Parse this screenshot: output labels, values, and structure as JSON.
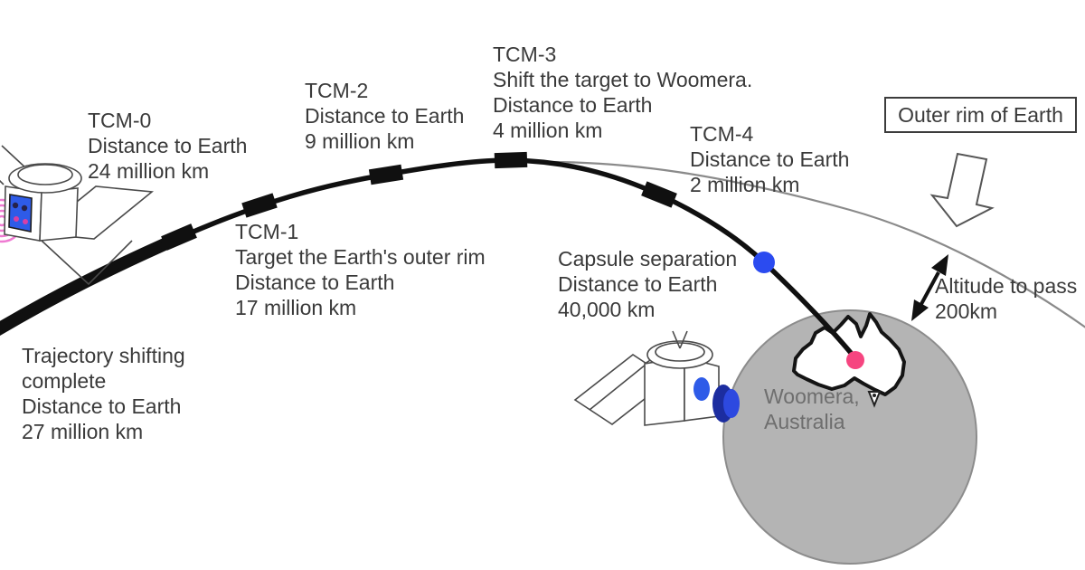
{
  "diagram": {
    "type": "spacecraft-return-trajectory-to-earth"
  },
  "labels": {
    "tcm0": {
      "lines": [
        "TCM-0",
        "Distance to Earth",
        "24 million km"
      ]
    },
    "tcm1": {
      "lines": [
        "TCM-1",
        "Target the Earth's outer rim",
        "Distance to Earth",
        "17 million km"
      ]
    },
    "tcm2": {
      "lines": [
        "TCM-2",
        "Distance to Earth",
        "9 million km"
      ]
    },
    "tcm3": {
      "lines": [
        "TCM-3",
        "Shift the target to Woomera.",
        "Distance to Earth",
        "4 million km"
      ]
    },
    "tcm4": {
      "lines": [
        "TCM-4",
        "Distance to Earth",
        "2 million km"
      ]
    },
    "capsule_separation": {
      "lines": [
        "Capsule separation",
        "Distance to Earth",
        "40,000 km"
      ]
    },
    "trajectory_shifting": {
      "lines": [
        "Trajectory shifting",
        "complete",
        "Distance to Earth",
        "27 million km"
      ]
    },
    "altitude": {
      "lines": [
        "Altitude to pass",
        "200km"
      ]
    },
    "woomera": {
      "lines": [
        "Woomera,",
        "Australia"
      ]
    },
    "outer_rim_box": {
      "label": "Outer rim of Earth"
    }
  },
  "colors": {
    "trajectory": "#101010",
    "outer_rim_line": "#8a8a8a",
    "earth_fill": "#b4b4b4",
    "earth_stroke": "#8c8c8c",
    "australia_fill": "#ffffff",
    "australia_stroke": "#141414",
    "capsule_separation_dot": "#2b4bf0",
    "woomera_dot": "#f64580",
    "capsule_dark": "#1c2da0",
    "capsule_light": "#2d49e0",
    "spacecraft_blue_panel": "#2e5be8",
    "ion_plume": "#ef7ad2",
    "label_text": "#3a3a3a",
    "woomera_text": "#6e6e6e"
  }
}
